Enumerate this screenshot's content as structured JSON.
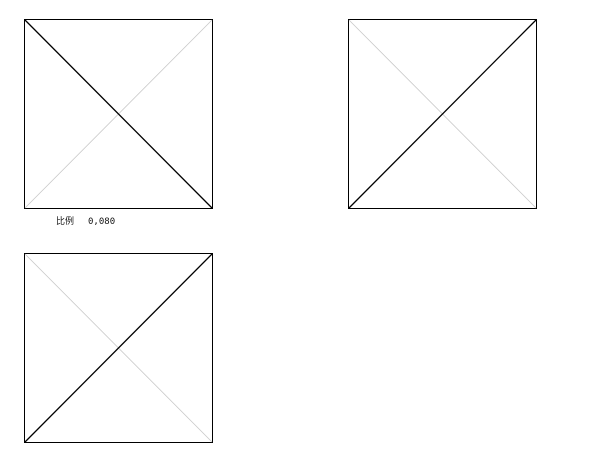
{
  "scale": {
    "label": "比例",
    "value": "0,080"
  },
  "colors": {
    "stroke_main": "#000000",
    "stroke_faint": "#c8c8c8"
  },
  "panels": [
    {
      "id": "top-left",
      "dark_diagonal": "tl-br",
      "faint_diagonal": "bl-tr"
    },
    {
      "id": "top-right",
      "dark_diagonal": "bl-tr",
      "faint_diagonal": "tl-br"
    },
    {
      "id": "bottom-left",
      "dark_diagonal": "bl-tr",
      "faint_diagonal": "tl-br"
    }
  ]
}
